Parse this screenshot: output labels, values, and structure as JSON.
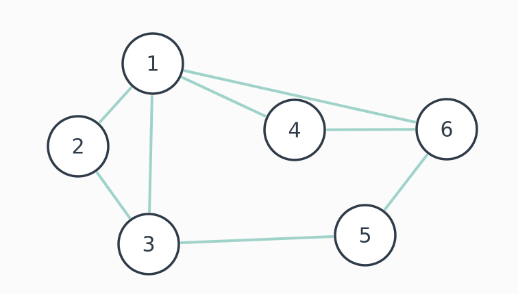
{
  "graph": {
    "nodes": [
      {
        "id": "1",
        "label": "1"
      },
      {
        "id": "2",
        "label": "2"
      },
      {
        "id": "3",
        "label": "3"
      },
      {
        "id": "4",
        "label": "4"
      },
      {
        "id": "5",
        "label": "5"
      },
      {
        "id": "6",
        "label": "6"
      }
    ],
    "edges": [
      {
        "from": "1",
        "to": "2"
      },
      {
        "from": "1",
        "to": "3"
      },
      {
        "from": "1",
        "to": "4"
      },
      {
        "from": "1",
        "to": "6"
      },
      {
        "from": "2",
        "to": "3"
      },
      {
        "from": "3",
        "to": "5"
      },
      {
        "from": "4",
        "to": "6"
      },
      {
        "from": "5",
        "to": "6"
      }
    ]
  },
  "colors": {
    "background": "#fbfbfc",
    "edge": "#9fd3c9",
    "node_stroke": "#2f3b48",
    "node_fill": "#ffffff",
    "label": "#2f3b48"
  }
}
